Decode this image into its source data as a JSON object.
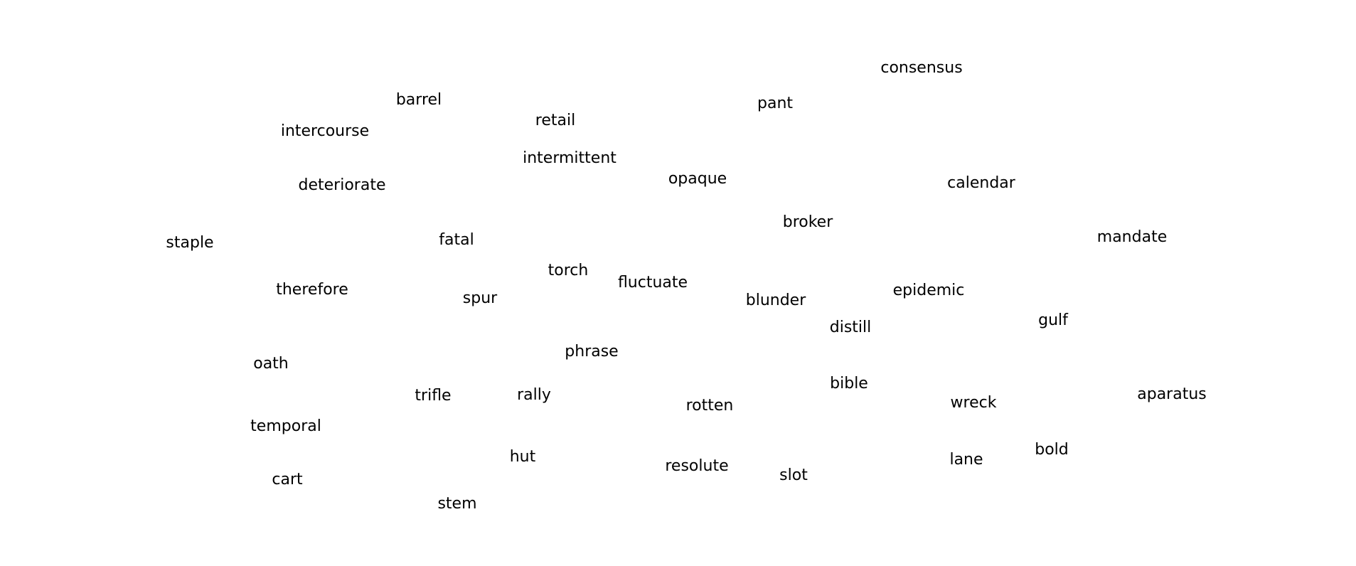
{
  "words": [
    "consensus",
    "barrel",
    "pant",
    "retail",
    "intercourse",
    "intermittent",
    "opaque",
    "deteriorate",
    "calendar",
    "broker",
    "staple",
    "fatal",
    "mandate",
    "torch",
    "fluctuate",
    "therefore",
    "spur",
    "blunder",
    "epidemic",
    "distill",
    "gulf",
    "phrase",
    "oath",
    "bible",
    "trifle",
    "rally",
    "rotten",
    "wreck",
    "aparatus",
    "temporal",
    "hut",
    "resolute",
    "slot",
    "lane",
    "bold",
    "cart",
    "stem"
  ]
}
